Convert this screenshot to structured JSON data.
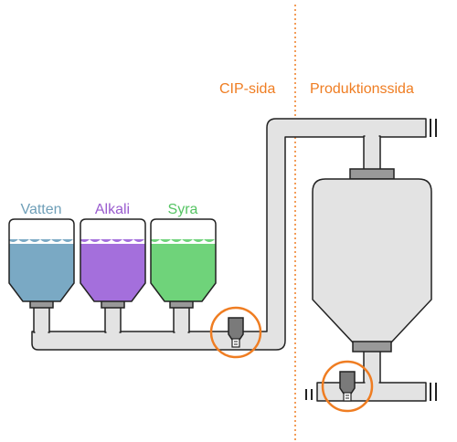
{
  "labels": {
    "cip_side": "CIP-sida",
    "production_side": "Produktionssida"
  },
  "tanks": [
    {
      "name": "Vatten",
      "color": "#7aa9c4",
      "label_color": "#6f9fb8"
    },
    {
      "name": "Alkali",
      "color": "#a46fdc",
      "label_color": "#9a5ccf"
    },
    {
      "name": "Syra",
      "color": "#6fd37a",
      "label_color": "#55c463"
    }
  ],
  "colors": {
    "accent_orange": "#ef7d22",
    "pipe_fill": "#e3e3e3",
    "outline": "#222222"
  }
}
